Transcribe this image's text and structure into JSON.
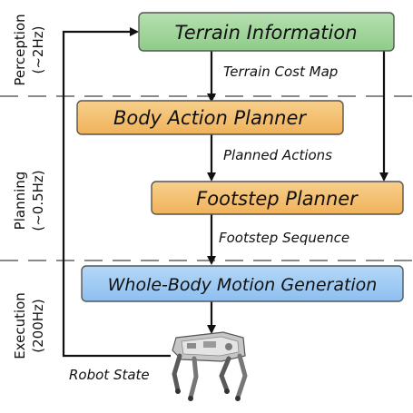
{
  "sections": {
    "perception": {
      "title": "Perception",
      "rate": "(~2Hz)"
    },
    "planning": {
      "title": "Planning",
      "rate": "(~0.5Hz)"
    },
    "execution": {
      "title": "Execution",
      "rate": "(200Hz)"
    }
  },
  "nodes": {
    "terrain_information": "Terrain Information",
    "body_action_planner": "Body Action Planner",
    "footstep_planner": "Footstep Planner",
    "whole_body_motion_generation": "Whole-Body Motion Generation"
  },
  "edges": {
    "terrain_cost_map": "Terrain Cost Map",
    "planned_actions": "Planned Actions",
    "footstep_sequence": "Footstep Sequence",
    "robot_state": "Robot State"
  },
  "colors": {
    "perception_box": "#9ed49a",
    "planner_box": "#f5bf6a",
    "execution_box": "#9ac6f2",
    "box_border": "#555555",
    "line": "#111111",
    "divider": "#8a8a8a"
  }
}
